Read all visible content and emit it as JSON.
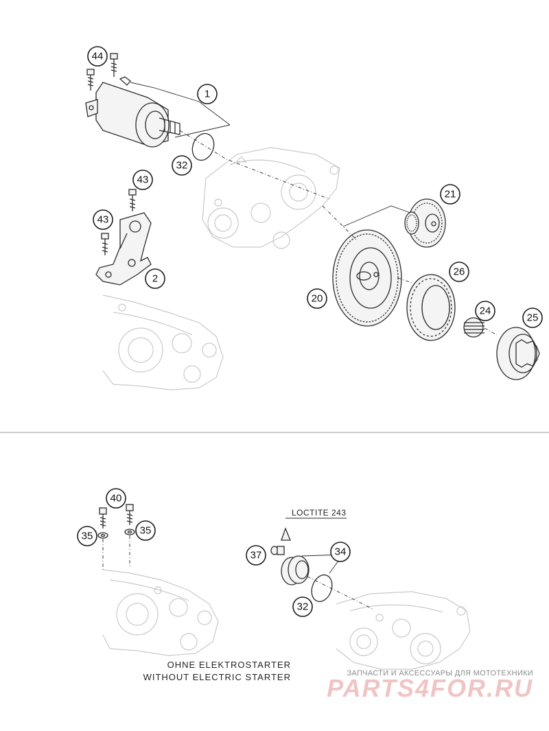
{
  "callouts": {
    "c44": "44",
    "c1": "1",
    "c32a": "32",
    "c43a": "43",
    "c43b": "43",
    "c2": "2",
    "c21": "21",
    "c26": "26",
    "c20": "20",
    "c24": "24",
    "c25": "25",
    "c40": "40",
    "c35a": "35",
    "c35b": "35",
    "c37": "37",
    "c34": "34",
    "c32b": "32"
  },
  "labels": {
    "loctite": "LOCTITE 243",
    "caption_de": "OHNE ELEKTROSTARTER",
    "caption_en": "WITHOUT ELECTRIC STARTER"
  },
  "watermark": {
    "line": "ЗАПЧАСТИ И АКСЕССУАРЫ ДЛЯ МОТОТЕХНИКИ",
    "brand": "PARTS4FOR.RU"
  },
  "colors": {
    "line": "#2a2a2a",
    "ghost": "#c9c9c9",
    "watermark_brand": "#f0c4c4",
    "divider": "#bbbbbb"
  }
}
